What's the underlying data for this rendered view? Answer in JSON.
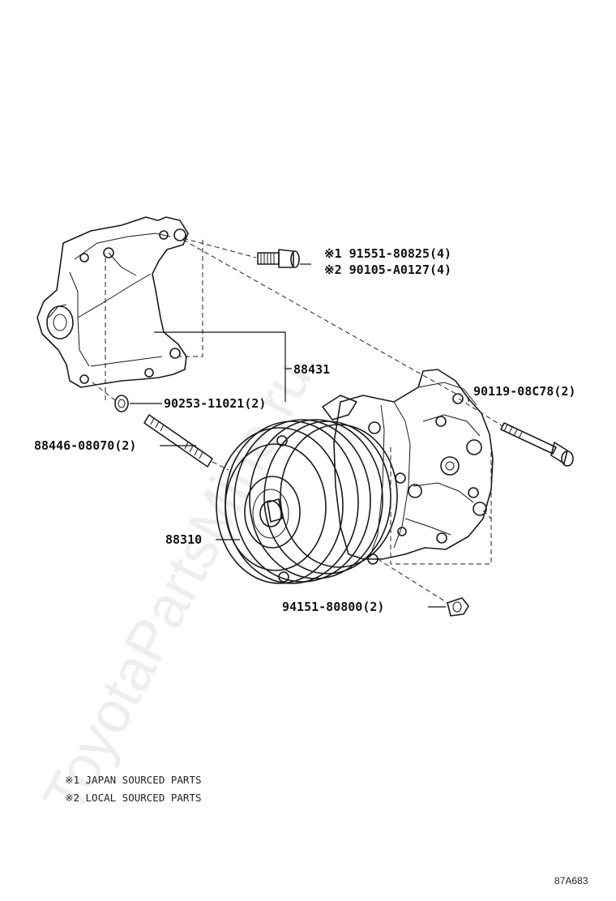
{
  "watermark": "ToyotaPartsMine.ru",
  "callouts": {
    "bolt_japan": "※1 91551-80825(4)",
    "bolt_local": "※2 90105-A0127(4)",
    "bracket": "88431",
    "nut": "90253-11021(2)",
    "stud_bolt": "88446-08070(2)",
    "compressor_bolt": "90119-08C78(2)",
    "compressor": "88310",
    "flange_nut": "94151-80800(2)"
  },
  "notes": {
    "note1": "※1 JAPAN SOURCED PARTS",
    "note2": "※2 LOCAL SOURCED PARTS"
  },
  "diagram_code": "87A683"
}
